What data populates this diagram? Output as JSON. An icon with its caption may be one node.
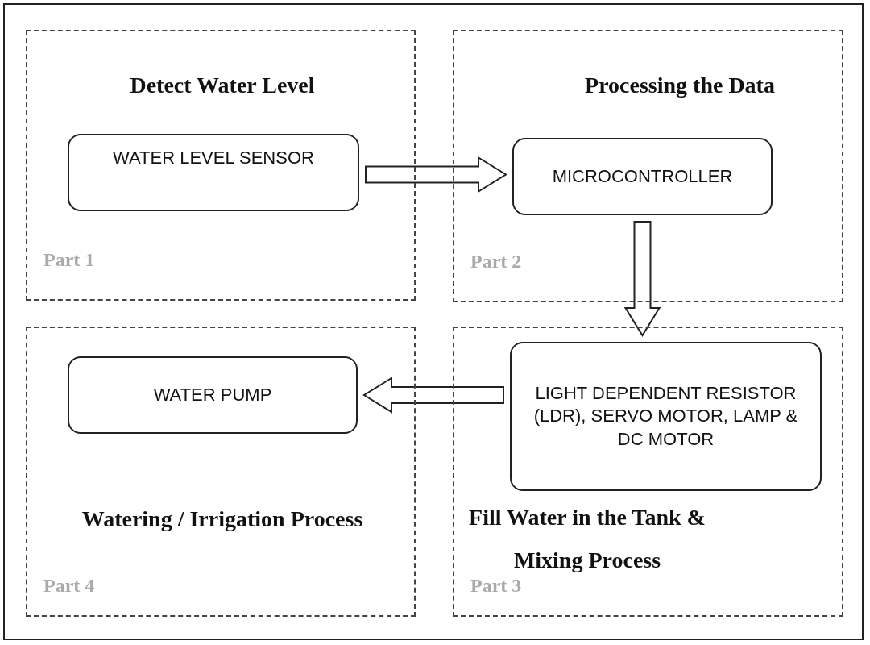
{
  "diagram": {
    "nodes": [
      {
        "text": [
          "Detect Water Level",
          "Part 1"
        ]
      },
      {
        "text": [
          "WATER LEVEL SENSOR"
        ],
        "in": 0
      },
      {
        "text": [
          "Processing the Data",
          "Part 2"
        ]
      },
      {
        "text": [
          "MICROCONTROLLER"
        ],
        "in": 2
      },
      {
        "text": [
          "Watering / Irrigation Process",
          "Part 4"
        ]
      },
      {
        "text": [
          "WATER PUMP"
        ],
        "in": 4
      },
      {
        "text": [
          "Fill Water in the Tank & Mixing Process",
          "Part 3"
        ]
      },
      {
        "text": [
          "LIGHT DEPENDENT RESISTOR (LDR), SERVO MOTOR, LAMP & DC MOTOR"
        ],
        "in": 6
      }
    ],
    "edges": [
      {
        "from": 1,
        "to": 3,
        "arrow": "to"
      },
      {
        "from": 3,
        "to": 7,
        "arrow": "to"
      },
      {
        "from": 7,
        "to": 5,
        "arrow": "to"
      }
    ]
  }
}
